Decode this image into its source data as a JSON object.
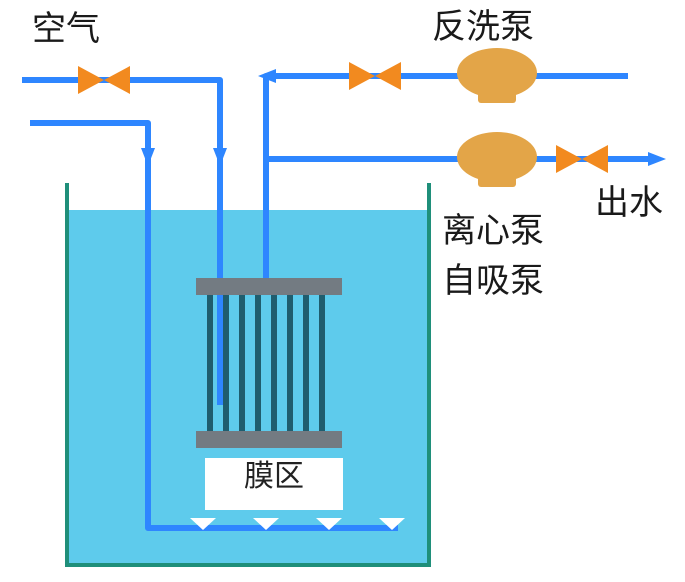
{
  "labels": {
    "air": "空气",
    "backwash_pump": "反洗泵",
    "water_outlet": "出水",
    "centrifugal_pump": "离心泵",
    "self_priming_pump": "自吸泵",
    "membrane_zone": "膜区"
  },
  "colors": {
    "water": "#5ecbec",
    "pipe": "#2e86ff",
    "pump": "#e3a548",
    "valve": "#f28a1f",
    "tank_wall": "#1f8f7a",
    "membrane_plate": "#737b82",
    "membrane_tube": "#1f5d6e"
  }
}
